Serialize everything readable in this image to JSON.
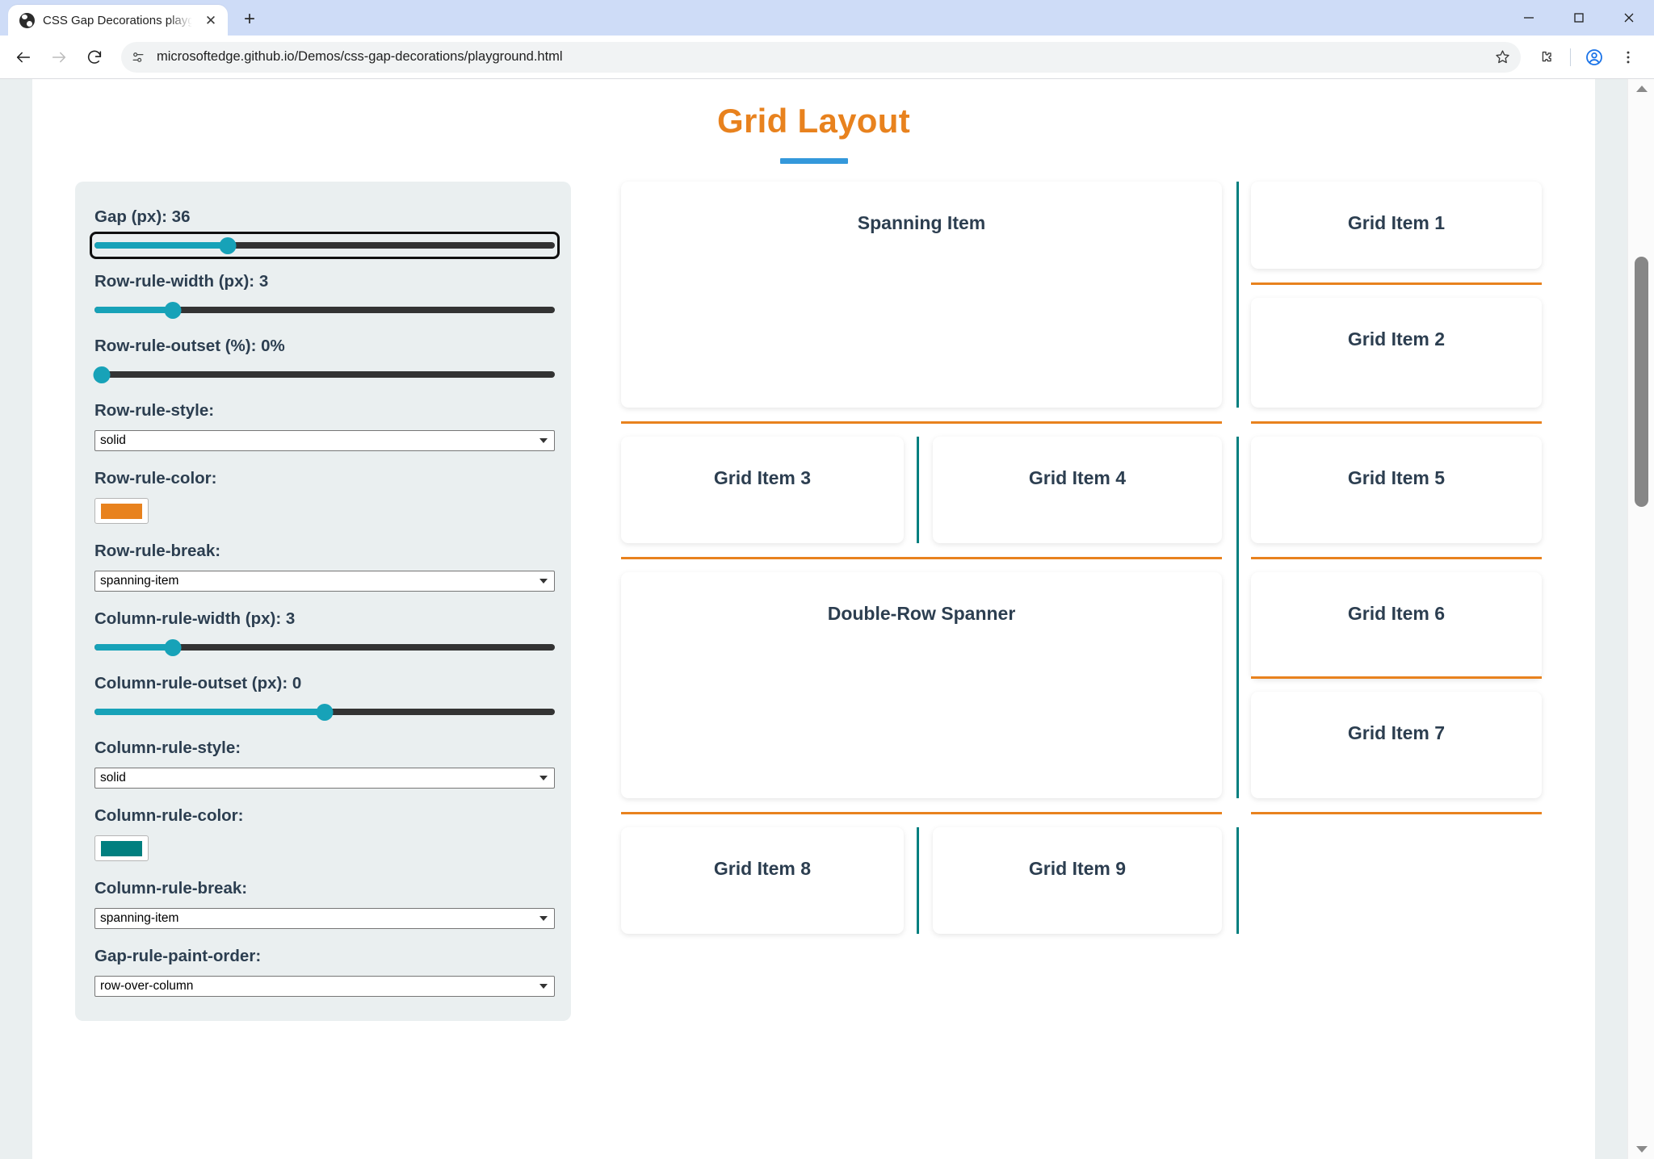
{
  "browser": {
    "tab": {
      "title": "CSS Gap Decorations playground",
      "favicon_name": "globe-icon",
      "close_label": "✕"
    },
    "new_tab_label": "+",
    "window_controls": {
      "minimize": "minimize-icon",
      "maximize": "maximize-icon",
      "close": "close-icon"
    },
    "nav": {
      "back": "back-arrow-icon",
      "forward": "forward-arrow-icon",
      "reload": "reload-icon"
    },
    "omnibox": {
      "site_info_icon": "site-settings-icon",
      "url": "microsoftedge.github.io/Demos/css-gap-decorations/playground.html",
      "bookmark_icon": "star-icon"
    },
    "toolbar_icons": {
      "extensions": "extensions-puzzle-icon",
      "profile": "profile-avatar-icon",
      "menu": "three-dot-menu-icon"
    }
  },
  "page": {
    "title": "Grid Layout",
    "accent_color": "#e8821e",
    "underline_color": "#3498db"
  },
  "controls": [
    {
      "name": "gap",
      "label": "Gap (px): 36",
      "type": "slider",
      "value": 36,
      "fill_percent": 29,
      "focused": true
    },
    {
      "name": "row-rule-width",
      "label": "Row-rule-width (px): 3",
      "type": "slider",
      "value": 3,
      "fill_percent": 17,
      "focused": false
    },
    {
      "name": "row-rule-outset",
      "label": "Row-rule-outset (%): 0%",
      "type": "slider",
      "value": 0,
      "fill_percent": 0,
      "focused": false
    },
    {
      "name": "row-rule-style",
      "label": "Row-rule-style:",
      "type": "select",
      "value": "solid"
    },
    {
      "name": "row-rule-color",
      "label": "Row-rule-color:",
      "type": "color",
      "value": "#e8821e"
    },
    {
      "name": "row-rule-break",
      "label": "Row-rule-break:",
      "type": "select",
      "value": "spanning-item"
    },
    {
      "name": "column-rule-width",
      "label": "Column-rule-width (px): 3",
      "type": "slider",
      "value": 3,
      "fill_percent": 17,
      "focused": false
    },
    {
      "name": "column-rule-outset",
      "label": "Column-rule-outset (px): 0",
      "type": "slider",
      "value": 0,
      "fill_percent": 50,
      "focused": false
    },
    {
      "name": "column-rule-style",
      "label": "Column-rule-style:",
      "type": "select",
      "value": "solid"
    },
    {
      "name": "column-rule-color",
      "label": "Column-rule-color:",
      "type": "color",
      "value": "#017f7f"
    },
    {
      "name": "column-rule-break",
      "label": "Column-rule-break:",
      "type": "select",
      "value": "spanning-item"
    },
    {
      "name": "gap-rule-paint-order",
      "label": "Gap-rule-paint-order:",
      "type": "select",
      "value": "row-over-column"
    }
  ],
  "grid": {
    "items": [
      {
        "label": "Spanning Item"
      },
      {
        "label": "Grid Item 1"
      },
      {
        "label": "Grid Item 2"
      },
      {
        "label": "Grid Item 3"
      },
      {
        "label": "Grid Item 4"
      },
      {
        "label": "Grid Item 5"
      },
      {
        "label": "Double-Row Spanner"
      },
      {
        "label": "Grid Item 6"
      },
      {
        "label": "Grid Item 7"
      },
      {
        "label": "Grid Item 8"
      },
      {
        "label": "Grid Item 9"
      }
    ],
    "row_rule_color": "#e8821e",
    "column_rule_color": "#017f7f"
  }
}
